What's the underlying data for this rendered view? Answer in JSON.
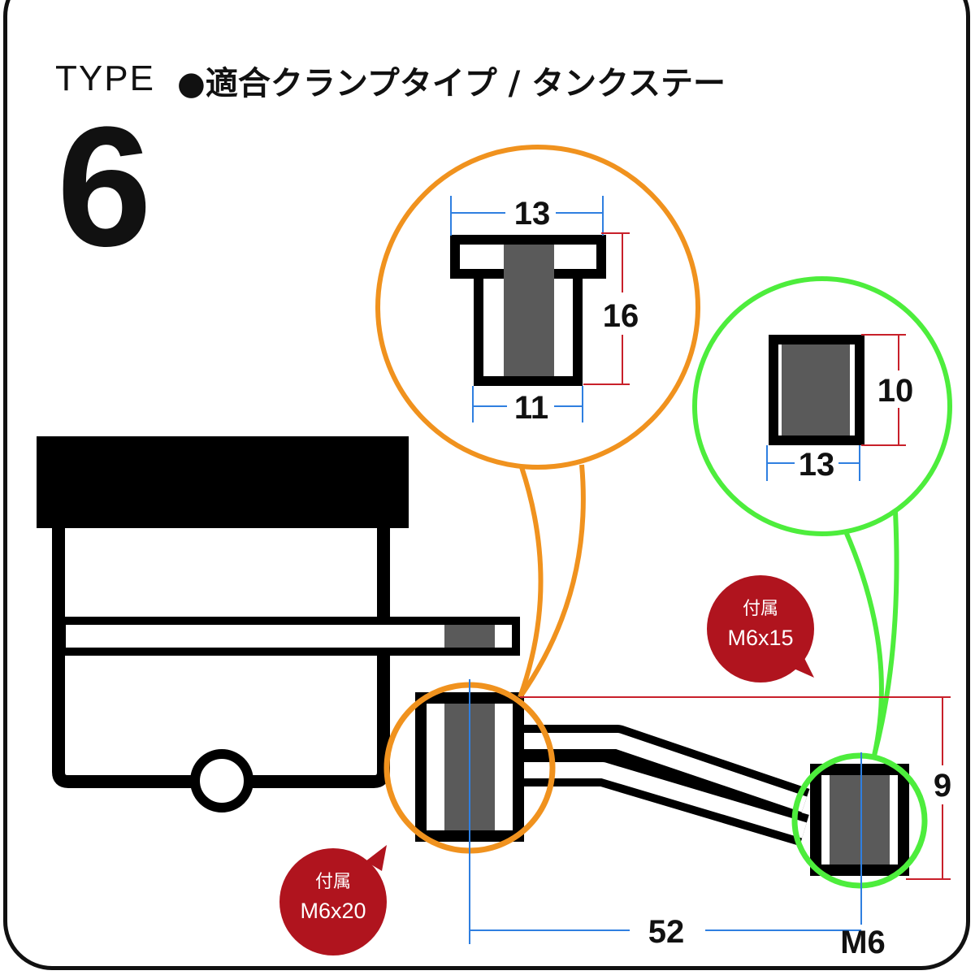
{
  "header": {
    "type_label": "TYPE",
    "heading": "●適合クランプタイプ / タンクステー",
    "type_number": "6"
  },
  "dimensions": {
    "large_collar_top_width": "13",
    "large_collar_height": "16",
    "large_collar_bottom_width": "11",
    "small_collar_height": "10",
    "small_collar_width": "13",
    "offset_height": "9",
    "center_distance": "52",
    "thread": "M6"
  },
  "badges": {
    "left": {
      "line1": "付属",
      "line2": "M6x20"
    },
    "right": {
      "line1": "付属",
      "line2": "M6x15"
    }
  },
  "colors": {
    "orange": "#f0921e",
    "green": "#4ded3c",
    "red_dim": "#c8202a",
    "blue_dim": "#2f7fe0",
    "badge": "#b0141e"
  }
}
